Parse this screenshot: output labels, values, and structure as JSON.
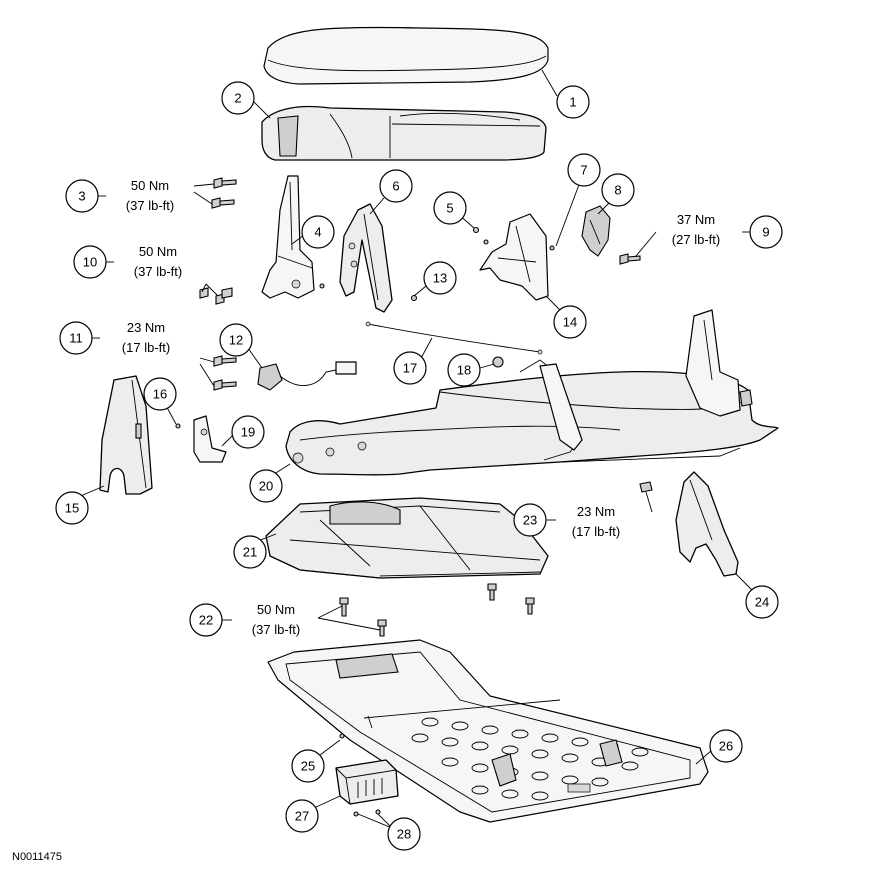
{
  "figure_id": "N0011475",
  "callouts": [
    {
      "number": "1"
    },
    {
      "number": "2"
    },
    {
      "number": "3"
    },
    {
      "number": "4"
    },
    {
      "number": "5"
    },
    {
      "number": "6"
    },
    {
      "number": "7"
    },
    {
      "number": "8"
    },
    {
      "number": "9"
    },
    {
      "number": "10"
    },
    {
      "number": "11"
    },
    {
      "number": "12"
    },
    {
      "number": "13"
    },
    {
      "number": "14"
    },
    {
      "number": "15"
    },
    {
      "number": "16"
    },
    {
      "number": "17"
    },
    {
      "number": "18"
    },
    {
      "number": "19"
    },
    {
      "number": "20"
    },
    {
      "number": "21"
    },
    {
      "number": "22"
    },
    {
      "number": "23"
    },
    {
      "number": "24"
    },
    {
      "number": "25"
    },
    {
      "number": "26"
    },
    {
      "number": "27"
    },
    {
      "number": "28"
    }
  ],
  "torque_specs": [
    {
      "callout": "3",
      "metric": "50 Nm",
      "imperial": "(37 lb-ft)"
    },
    {
      "callout": "9",
      "metric": "37 Nm",
      "imperial": "(27 lb-ft)"
    },
    {
      "callout": "10",
      "metric": "50 Nm",
      "imperial": "(37 lb-ft)"
    },
    {
      "callout": "11",
      "metric": "23 Nm",
      "imperial": "(17 lb-ft)"
    },
    {
      "callout": "22",
      "metric": "50 Nm",
      "imperial": "(37 lb-ft)"
    },
    {
      "callout": "23",
      "metric": "23 Nm",
      "imperial": "(17 lb-ft)"
    }
  ]
}
